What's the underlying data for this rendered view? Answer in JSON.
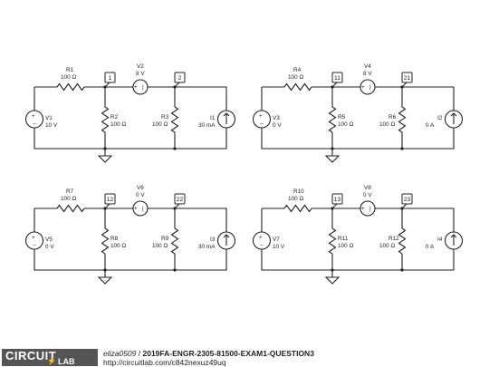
{
  "circuits": [
    {
      "resistors": [
        {
          "name": "R1",
          "value": "100 Ω"
        },
        {
          "name": "R2",
          "value": "100 Ω"
        },
        {
          "name": "R3",
          "value": "100 Ω"
        }
      ],
      "vsrc_left": {
        "name": "V1",
        "value": "10 V"
      },
      "vsrc_mid": {
        "name": "V2",
        "value": "8 V"
      },
      "isrc": {
        "name": "I1",
        "value": "30 mA"
      },
      "node_a": "1",
      "node_b": "2"
    },
    {
      "resistors": [
        {
          "name": "R4",
          "value": "100 Ω"
        },
        {
          "name": "R5",
          "value": "100 Ω"
        },
        {
          "name": "R6",
          "value": "100 Ω"
        }
      ],
      "vsrc_left": {
        "name": "V3",
        "value": "0 V"
      },
      "vsrc_mid": {
        "name": "V4",
        "value": "8 V"
      },
      "isrc": {
        "name": "I2",
        "value": "0 A"
      },
      "node_a": "11",
      "node_b": "21"
    },
    {
      "resistors": [
        {
          "name": "R7",
          "value": "100 Ω"
        },
        {
          "name": "R8",
          "value": "100 Ω"
        },
        {
          "name": "R9",
          "value": "100 Ω"
        }
      ],
      "vsrc_left": {
        "name": "V5",
        "value": "0 V"
      },
      "vsrc_mid": {
        "name": "V6",
        "value": "0 V"
      },
      "isrc": {
        "name": "I3",
        "value": "30 mA"
      },
      "node_a": "12",
      "node_b": "22"
    },
    {
      "resistors": [
        {
          "name": "R10",
          "value": "100 Ω"
        },
        {
          "name": "R11",
          "value": "100 Ω"
        },
        {
          "name": "R12",
          "value": "100 Ω"
        }
      ],
      "vsrc_left": {
        "name": "V7",
        "value": "10 V"
      },
      "vsrc_mid": {
        "name": "V8",
        "value": "0 V"
      },
      "isrc": {
        "name": "I4",
        "value": "0 A"
      },
      "node_a": "13",
      "node_b": "23"
    }
  ],
  "footer": {
    "logo_top": "CIRCUIT",
    "logo_bottom": "LAB",
    "user": "eliza0509",
    "separator": " / ",
    "title": "2019FA-ENGR-2305-81500-EXAM1-QUESTION3",
    "url": "http://circuitlab.com/c842nexuz49uq"
  }
}
